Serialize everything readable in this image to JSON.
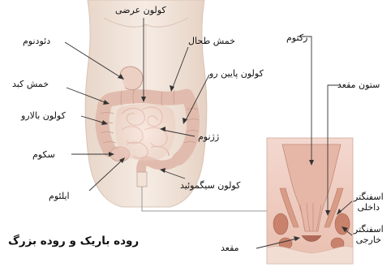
{
  "title": "روده باریک و روده بزرگ",
  "labels": {
    "transverse_colon": "کولون عرضی",
    "duodenum": "دئودنوم",
    "splenic_flexure": "خمش طحال",
    "descending_colon": "کولون پایین رو",
    "hepatic_flexure": "خمش کبد",
    "ascending_colon": "کولون بالارو",
    "jejunum": "ژژنوم",
    "cecum": "سکوم",
    "sigmoid_colon": "کولون سیگموئید",
    "ileum": "ایلئوم",
    "rectum": "رکتوم",
    "anal_column": "ستون مقعد",
    "internal_sphincter": "اسفنگتر\nداخلی",
    "external_sphincter": "اسفنگتر\nخارجی",
    "anus": "مقعد"
  }
}
